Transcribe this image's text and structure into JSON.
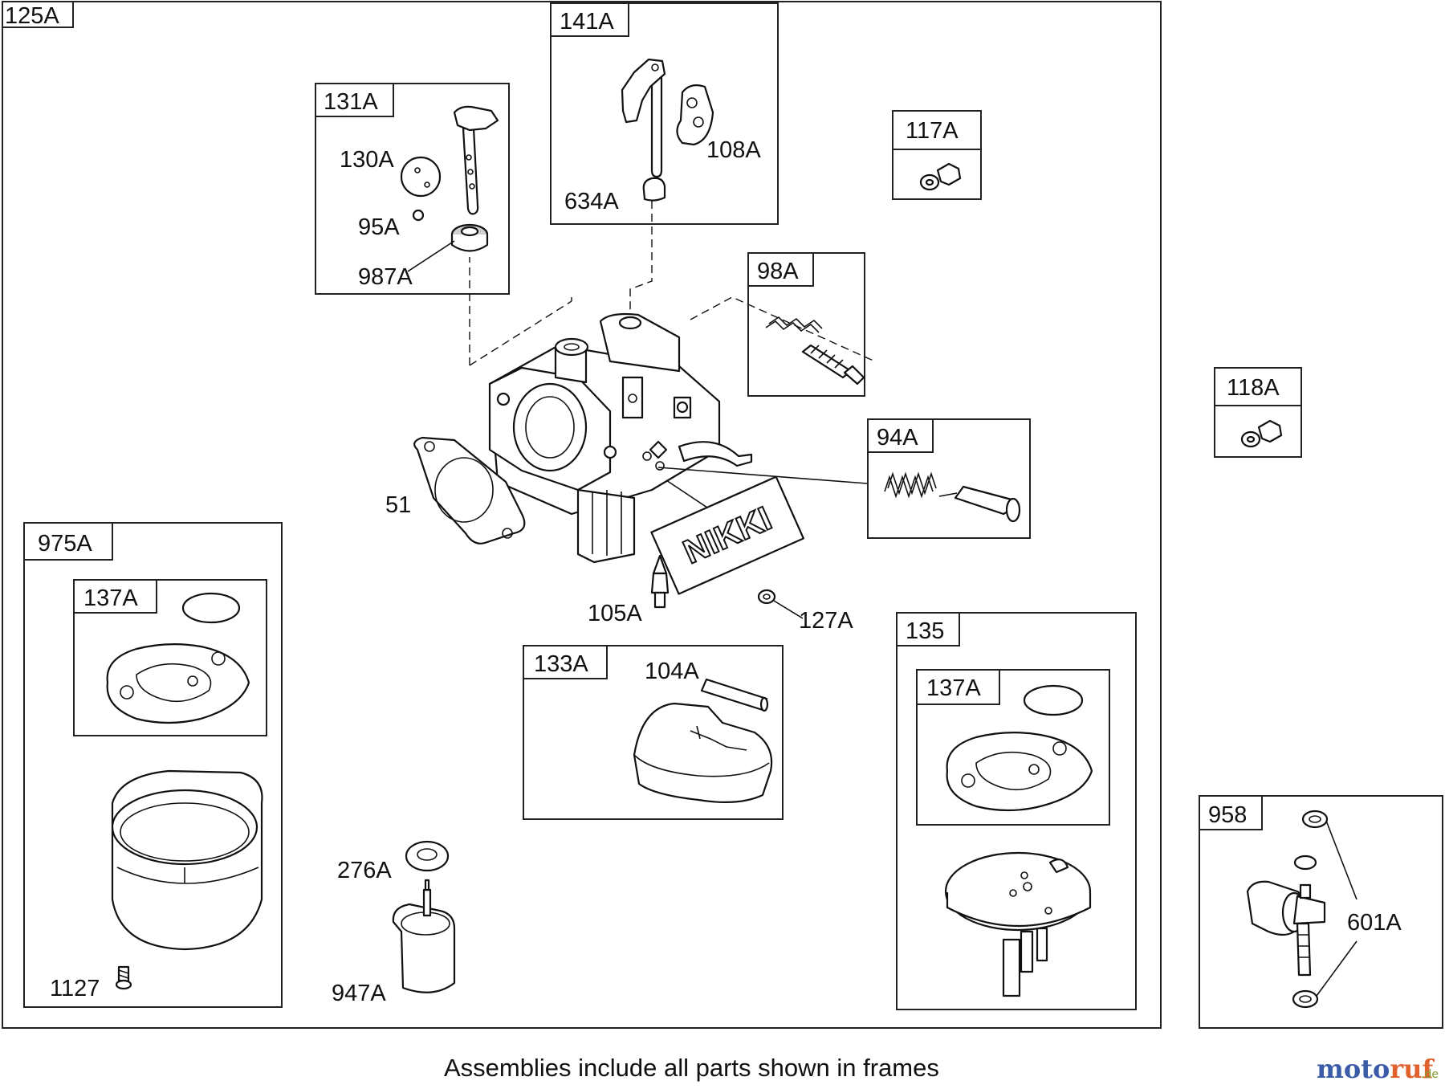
{
  "frames": {
    "f125A": "125A",
    "f141A": "141A",
    "f131A": "131A",
    "f117A": "117A",
    "f98A": "98A",
    "f118A": "118A",
    "f94A": "94A",
    "f975A": "975A",
    "f137A_left": "137A",
    "f133A": "133A",
    "f135": "135",
    "f137A_right": "137A",
    "f958": "958"
  },
  "callouts": {
    "c130A": "130A",
    "c95A": "95A",
    "c987A": "987A",
    "c108A": "108A",
    "c634A": "634A",
    "c51": "51",
    "c105A": "105A",
    "c127A": "127A",
    "c104A": "104A",
    "c276A": "276A",
    "c947A": "947A",
    "c1127": "1127",
    "c601A": "601A"
  },
  "brand_plate": "NIKKI",
  "footer_note": "Assemblies include all parts shown in frames",
  "watermark": {
    "part1": "moto",
    "part2": "ruf",
    "suffix": ".de",
    "colors": [
      "#3b5aa8",
      "#e0622d",
      "#7a9a2e"
    ]
  }
}
